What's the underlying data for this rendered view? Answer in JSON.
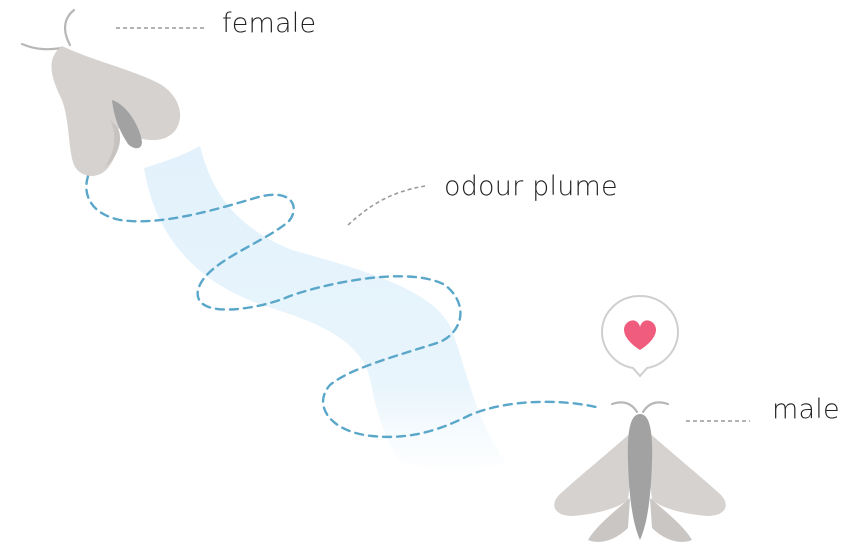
{
  "labels": {
    "female": "female",
    "odour_plume": "odour plume",
    "male": "male"
  },
  "icons": {
    "female": "moth-icon",
    "male": "moth-icon",
    "heart": "heart-icon"
  },
  "colors": {
    "moth_wing": "#d5d2d0",
    "moth_wing_dark": "#c3c0be",
    "moth_body": "#a3a2a2",
    "plume": "#e6f3fb",
    "flight_path": "#5aa7c9",
    "leader_line": "#9a9a9a",
    "heart": "#f05c7e",
    "bubble_stroke": "#cfcfcf"
  }
}
